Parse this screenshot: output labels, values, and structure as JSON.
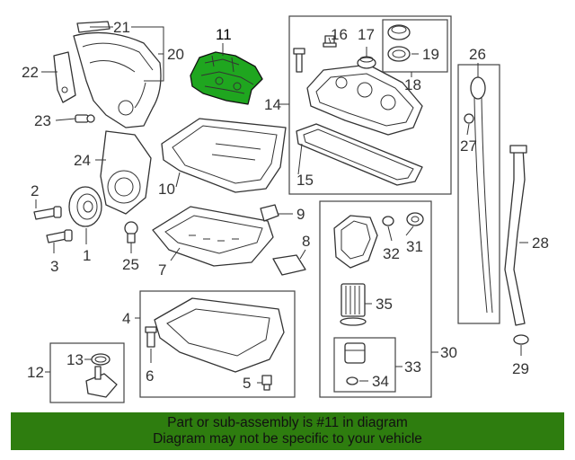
{
  "diagram": {
    "highlight_color": "#1fa61f",
    "callouts": {
      "p1": "1",
      "p2": "2",
      "p3": "3",
      "p4": "4",
      "p5": "5",
      "p6": "6",
      "p7": "7",
      "p8": "8",
      "p9": "9",
      "p10": "10",
      "p11": "11",
      "p12": "12",
      "p13": "13",
      "p14": "14",
      "p15": "15",
      "p16": "16",
      "p17": "17",
      "p18": "18",
      "p19": "19",
      "p20": "20",
      "p21": "21",
      "p22": "22",
      "p23": "23",
      "p24": "24",
      "p25": "25",
      "p26": "26",
      "p27": "27",
      "p28": "28",
      "p29": "29",
      "p30": "30",
      "p31": "31",
      "p32": "32",
      "p33": "33",
      "p34": "34",
      "p35": "35"
    }
  },
  "banner": {
    "line1": "Part or sub-assembly is #11 in diagram",
    "line2": "Diagram may not be specific to your vehicle",
    "background": "#2e7d0f"
  }
}
